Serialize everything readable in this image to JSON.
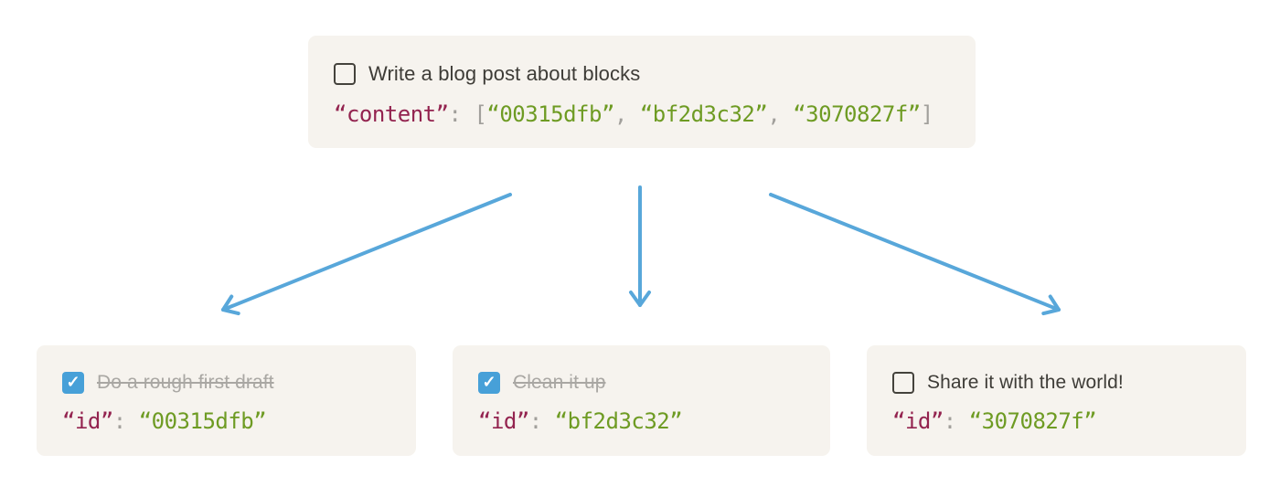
{
  "colors": {
    "page_bg": "#ffffff",
    "box_bg": "#f6f3ee",
    "text_dark": "#3e3c37",
    "checkbox_border": "#44423c",
    "key_maroon": "#93234f",
    "string_green": "#6e9b23",
    "punct_gray": "#a19f9b",
    "struck_gray": "#a9a7a3",
    "checkbox_blue": "#47a0d8",
    "arrow_blue": "#58a7da"
  },
  "icons": {
    "checkmark": "✓"
  },
  "root_block": {
    "title": "Write a blog post about blocks",
    "checked": false,
    "code_segments": [
      {
        "text": "“content”",
        "type": "key"
      },
      {
        "text": ": ",
        "type": "punct"
      },
      {
        "text": "[",
        "type": "punct"
      },
      {
        "text": "“00315dfb”",
        "type": "string"
      },
      {
        "text": ", ",
        "type": "punct"
      },
      {
        "text": "“bf2d3c32”",
        "type": "string"
      },
      {
        "text": ", ",
        "type": "punct"
      },
      {
        "text": "“3070827f”",
        "type": "string"
      },
      {
        "text": "]",
        "type": "punct"
      }
    ]
  },
  "children": [
    {
      "title": "Do a rough first draft",
      "checked": true,
      "code_segments": [
        {
          "text": "“id”",
          "type": "key"
        },
        {
          "text": ": ",
          "type": "punct"
        },
        {
          "text": "“00315dfb”",
          "type": "string"
        }
      ]
    },
    {
      "title": "Clean it up",
      "checked": true,
      "code_segments": [
        {
          "text": "“id”",
          "type": "key"
        },
        {
          "text": ": ",
          "type": "punct"
        },
        {
          "text": "“bf2d3c32”",
          "type": "string"
        }
      ]
    },
    {
      "title": "Share it with the world!",
      "checked": false,
      "code_segments": [
        {
          "text": "“id”",
          "type": "key"
        },
        {
          "text": ": ",
          "type": "punct"
        },
        {
          "text": "“3070827f”",
          "type": "string"
        }
      ]
    }
  ]
}
